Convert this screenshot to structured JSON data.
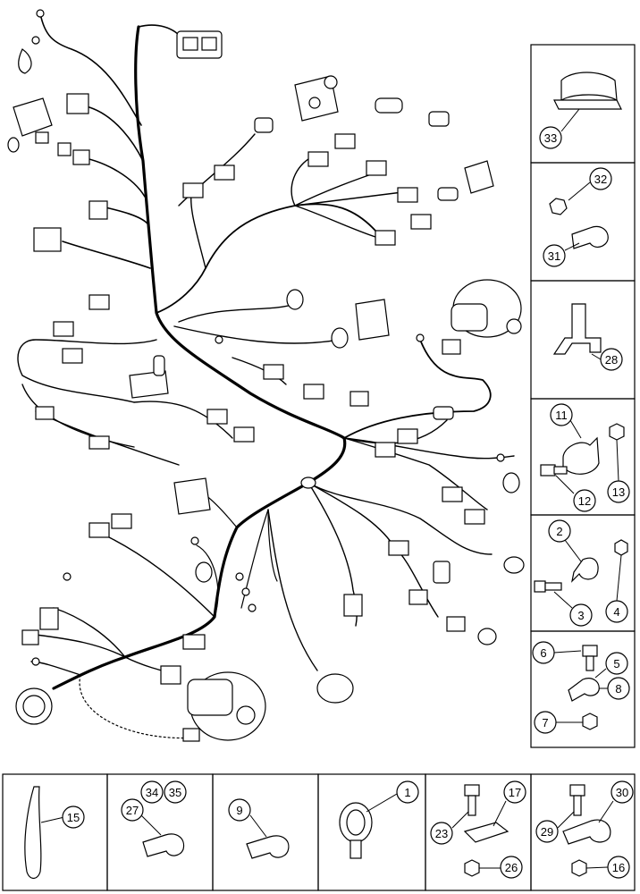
{
  "diagram": {
    "panels_right": [
      {
        "id": "panel-clip-33",
        "callouts": [
          "33"
        ]
      },
      {
        "id": "panel-clamp-31-32",
        "callouts": [
          "32",
          "31"
        ]
      },
      {
        "id": "panel-bracket-28",
        "callouts": [
          "28"
        ]
      },
      {
        "id": "panel-clamp-11-12-13",
        "callouts": [
          "11",
          "13",
          "12"
        ]
      },
      {
        "id": "panel-clamp-2-3-4",
        "callouts": [
          "2",
          "4",
          "3"
        ]
      },
      {
        "id": "panel-clamp-5-6-7-8",
        "callouts": [
          "6",
          "5",
          "8",
          "7"
        ]
      }
    ],
    "panels_bottom": [
      {
        "id": "panel-strap-15",
        "callouts": [
          "15"
        ]
      },
      {
        "id": "panel-clamp-27-34-35",
        "callouts": [
          "34",
          "35",
          "27"
        ]
      },
      {
        "id": "panel-clamp-9",
        "callouts": [
          "9"
        ]
      },
      {
        "id": "panel-connector-1",
        "callouts": [
          "1"
        ]
      },
      {
        "id": "panel-clamp-17-23-26",
        "callouts": [
          "17",
          "23",
          "26"
        ]
      },
      {
        "id": "panel-clamp-16-29-30",
        "callouts": [
          "30",
          "29",
          "16"
        ]
      }
    ]
  }
}
